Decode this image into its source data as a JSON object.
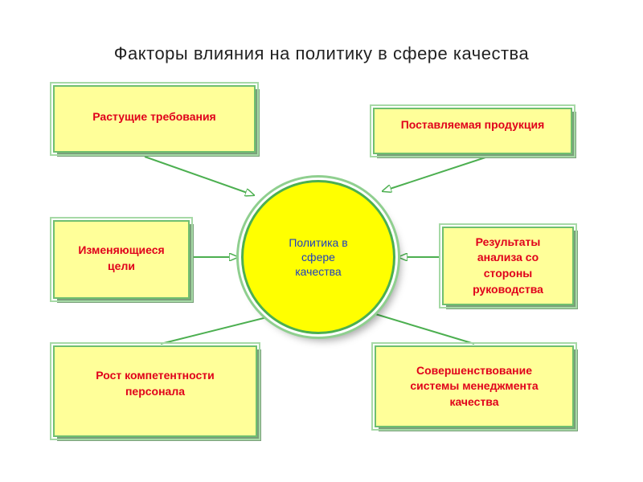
{
  "title": "Факторы влияния на политику в сфере качества",
  "center": {
    "text": "Политика в\nсфере\nкачества"
  },
  "factors": {
    "top_left": "Растущие требования",
    "top_right": "Поставляемая продукция",
    "mid_left": "Изменяющиеся\nцели",
    "mid_right": "Результаты\nанализа со\nстороны\nруководства",
    "bottom_left": "Рост компетентности\nперсонала",
    "bottom_right": "Совершенствование\nсистемы менеджмента\nкачества"
  },
  "colors": {
    "box_fill": "#ffff99",
    "box_border": "#6fbf6f",
    "factor_text": "#e0001b",
    "center_fill": "#ffff00",
    "center_text": "#1f3fbf",
    "arrow": "#4caf50"
  }
}
